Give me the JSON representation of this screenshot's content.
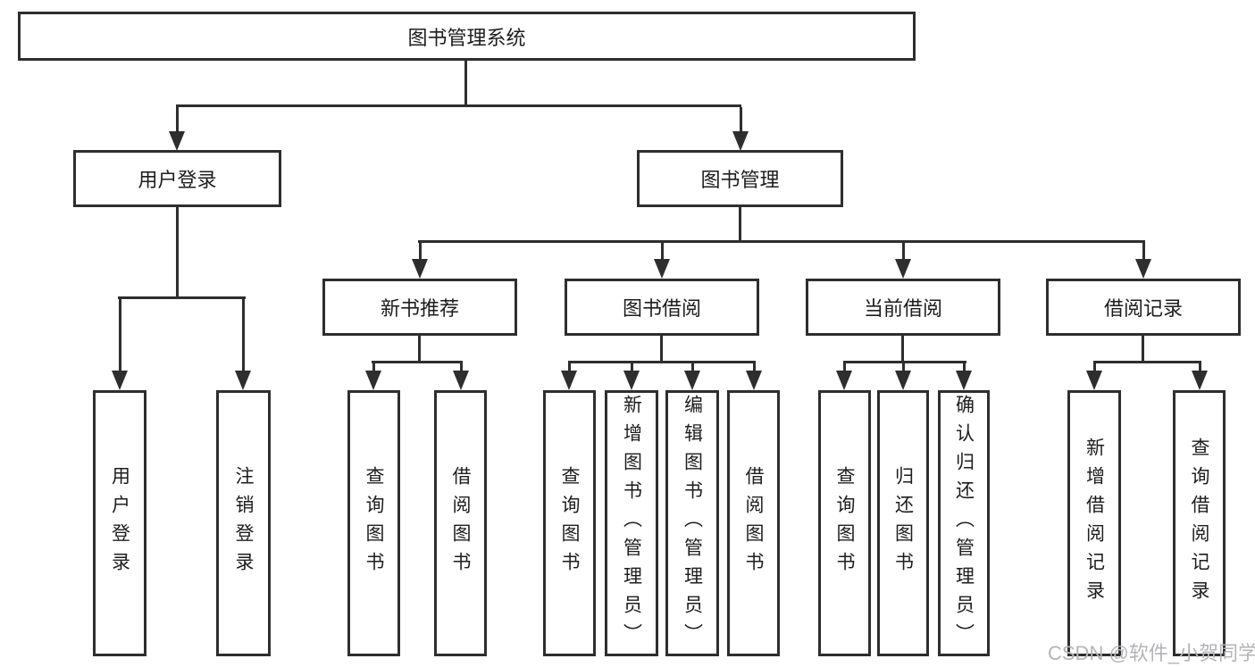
{
  "tree": {
    "root": {
      "label": "图书管理系统"
    },
    "branches": [
      {
        "label": "用户登录",
        "children": [
          {
            "label": "用户登录"
          },
          {
            "label": "注销登录"
          }
        ]
      },
      {
        "label": "图书管理",
        "sections": [
          {
            "label": "新书推荐",
            "children": [
              {
                "label": "查询图书"
              },
              {
                "label": "借阅图书"
              }
            ]
          },
          {
            "label": "图书借阅",
            "children": [
              {
                "label": "查询图书"
              },
              {
                "label": "新增图书（管理员）"
              },
              {
                "label": "编辑图书（管理员）"
              },
              {
                "label": "借阅图书"
              }
            ]
          },
          {
            "label": "当前借阅",
            "children": [
              {
                "label": "查询图书"
              },
              {
                "label": "归还图书"
              },
              {
                "label": "确认归还（管理员）"
              }
            ]
          },
          {
            "label": "借阅记录",
            "children": [
              {
                "label": "新增借阅记录"
              },
              {
                "label": "查询借阅记录"
              }
            ]
          }
        ]
      }
    ]
  },
  "watermark": {
    "text": "CSDN @软件_小贺同学"
  },
  "colors": {
    "line": "#2e2e2e",
    "text": "#1d1d1d",
    "background": "#ffffff",
    "watermark": "#b4b4b8"
  }
}
